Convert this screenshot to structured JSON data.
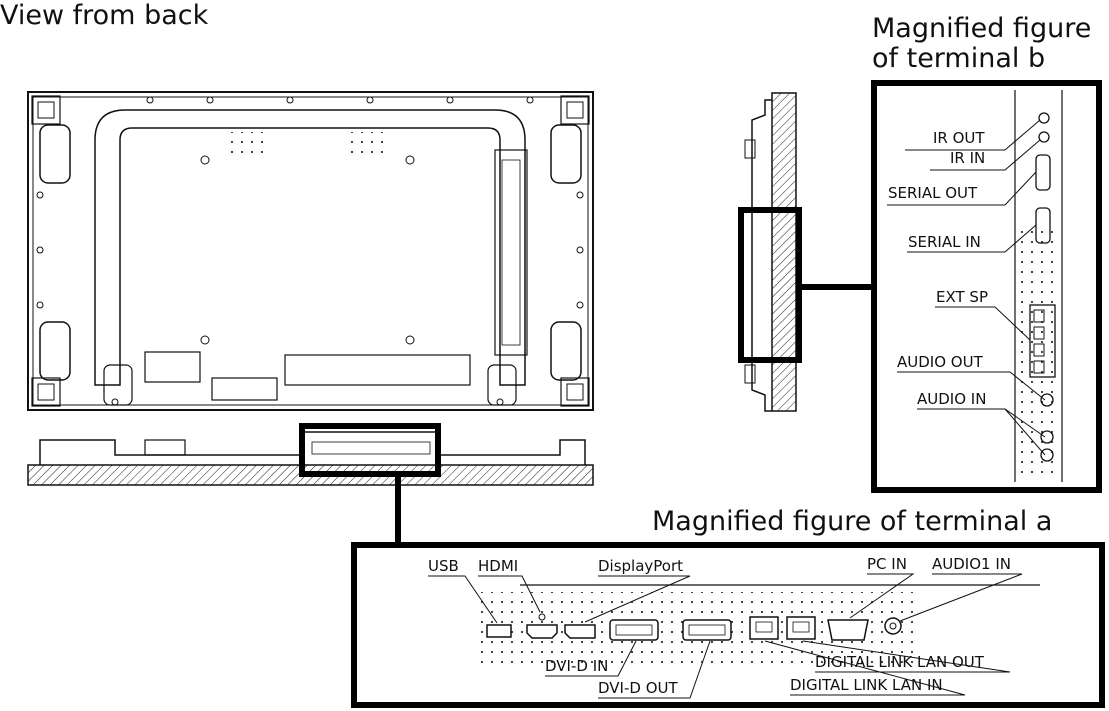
{
  "titles": {
    "view_from_back": "View from back",
    "mag_b_line1": "Magnified figure",
    "mag_b_line2": "of terminal b",
    "mag_a": "Magnified figure of terminal a"
  },
  "terminal_b": {
    "labels": [
      "IR OUT",
      "IR IN",
      "SERIAL OUT",
      "SERIAL IN",
      "EXT SP",
      "AUDIO OUT",
      "AUDIO IN"
    ]
  },
  "terminal_a": {
    "top_labels": [
      "USB",
      "HDMI",
      "DisplayPort",
      "PC IN",
      "AUDIO1 IN"
    ],
    "bottom_labels": [
      "DVI-D IN",
      "DVI-D OUT",
      "DIGITAL LINK LAN OUT",
      "DIGITAL LINK LAN IN"
    ]
  },
  "colors": {
    "line": "#111111",
    "background": "#ffffff"
  }
}
